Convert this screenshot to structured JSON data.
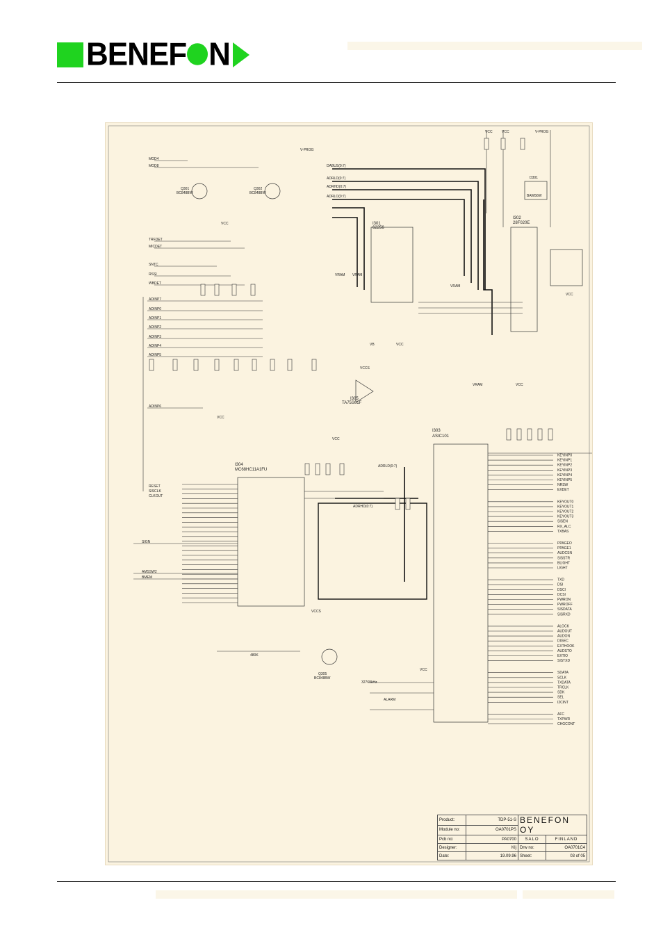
{
  "logo": {
    "text_pre": "BENEF",
    "text_post": "N"
  },
  "title_block": {
    "product_label": "Product:",
    "product": "TDP-51-S",
    "module_label": "Module no:",
    "module": "OA0701PS",
    "pcb_label": "Pcb no:",
    "pcb": "PA0700",
    "designer_label": "Designer:",
    "designer": "KIj",
    "date_label": "Date:",
    "date": "19.09.96",
    "company": "BENEFON OY",
    "city": "SALO",
    "country": "FINLAND",
    "drw_label": "Drw no:",
    "drw": "OA0701C4",
    "sheet_label": "Sheet:",
    "sheet": "03 of 05"
  },
  "schematic": {
    "ic_labels": [
      "I301",
      "62256",
      "I302",
      "28F020E",
      "I303",
      "ASIC101",
      "I304",
      "MC68HC11A1FU",
      "I305",
      "TA75S01F"
    ],
    "transistor_labels": [
      "Q301",
      "BC848BW",
      "Q302",
      "BC848BW",
      "Q305",
      "BC848BW"
    ],
    "left_signals": [
      "MOD4",
      "MOD8",
      "TRFDET",
      "MICDET",
      "SNTC",
      "RSSI",
      "WBDET",
      "ADINP7",
      "ADINP0",
      "ADINP1",
      "ADINP2",
      "ADINP3",
      "ADINP4",
      "ADINP5",
      "ADINP6",
      "RESET",
      "SISCLK",
      "CLKOUT",
      "SIGN",
      "AMSSW2",
      "BMEM",
      "480K",
      "ALARM"
    ],
    "right_signals": [
      "KEYINP0",
      "KEYINP1",
      "KEYINP2",
      "KEYINP3",
      "KEYINP4",
      "KEYINP5",
      "NRSW",
      "EXDET",
      "KEYOUT0",
      "KEYOUT1",
      "KEYOUT2",
      "KEYOUT3",
      "SISEN",
      "RX_ALC",
      "TXBAS",
      "PPAGEO",
      "PPAGE1",
      "AUDCSN",
      "SISSTR",
      "BLIGHT",
      "LIGHT",
      "TXD",
      "DSI",
      "DSCI",
      "DCSI",
      "PWRON",
      "PWROFF",
      "SISDATA",
      "SISRXD",
      "ALOCK",
      "AUDOUT",
      "AUDON",
      "DIGEC",
      "EXTHOOK",
      "AUDSTO",
      "EXTIO",
      "SISTXD",
      "SDATA",
      "SCLK",
      "TXDATA",
      "TRCLK",
      "SDK",
      "SEL",
      "I2CINT",
      "AFC",
      "TXPWR",
      "CHGCONT"
    ],
    "top_nets": [
      "VCC",
      "VCC",
      "V-PROG",
      "V-PROG",
      "VCC",
      "VRAM",
      "VRAM",
      "VRAM",
      "VCC",
      "VCC",
      "VB",
      "VCCS",
      "VRAM",
      "VCC",
      "VCC",
      "VCC",
      "VCCS",
      "VCC"
    ],
    "buses": [
      "DABUS(0:7)",
      "ADRLD(0:7)",
      "ADRHD(0:7)",
      "ADRLO(0:7)",
      "ADRLD(0:7)",
      "ADRHD(0:7)"
    ],
    "diode_label": "D301",
    "diode_part": "BAW56W",
    "crystal": "32768kHz"
  },
  "colors": {
    "logo_green": "#1fd31f",
    "sheet_bg": "#fbf3e0"
  }
}
